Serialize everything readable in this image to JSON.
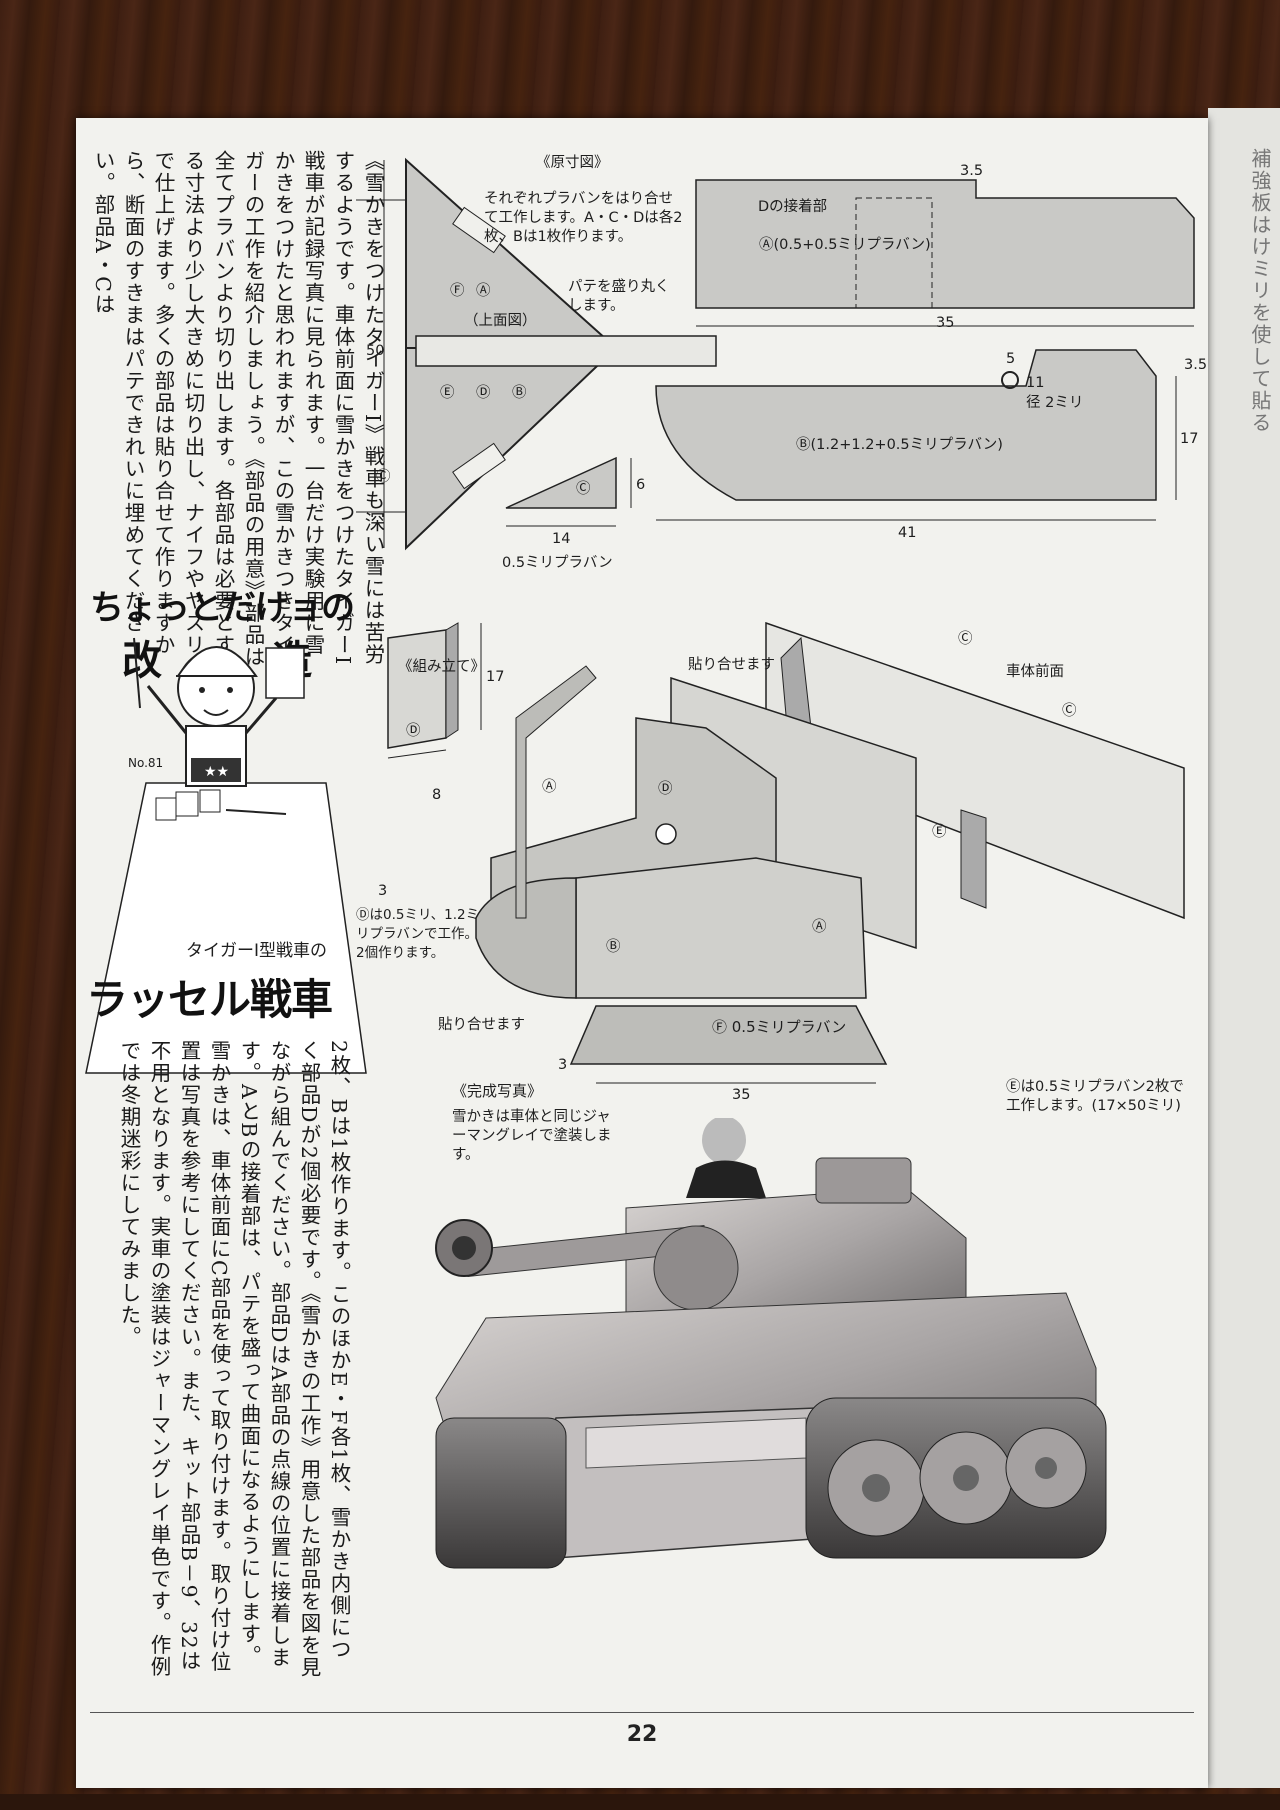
{
  "page_number": "22",
  "intro_text": "《雪かきをつけたタイガーI》戦車も深い雪には苦労するようです。車体前面に雪かきをつけたタイガーI戦車が記録写真に見られます。一台だけ実験用に雪かきをつけたと思われますが、この雪かきつきタイガーの工作を紹介しましょう。《部品の用意》部品は全てプラバンより切り出します。各部品は必要とする寸法より少し大きめに切り出し、ナイフやヤスリで仕上げます。多くの部品は貼り合せて作りますから、断面のすきまはパテできれいに埋めてください。部品A・Cは",
  "continued_text": "2枚、Bは1枚作ります。このほかE・F各1枚、雪かき内側につく部品Dが2個必要です。《雪かきの工作》用意した部品を図を見ながら組んでください。部品DはA部品の点線の位置に接着します。AとBの接着部は、パテを盛って曲面になるようにします。雪かきは、車体前面にC部品を使って取り付けます。取り付け位置は写真を参考にしてください。また、キット部品B－9、32は不用となります。実車の塗装はジャーマングレイ単色です。作例では冬期迷彩にしてみました。",
  "series_logo": {
    "line1": "ちょっとだけョの",
    "line2a": "改",
    "line2b": "造",
    "number": "No.81"
  },
  "article": {
    "subtitle": "タイガーI型戦車の",
    "title": "ラッセル戦車"
  },
  "diagram_full_size": {
    "heading": "《原寸図》",
    "note": "それぞれプラバンをはり合せて工作します。A・C・Dは各2枚、Bは1枚作ります。",
    "top_view": "（上面図）",
    "putty_note": "パテを盛り丸くします。",
    "d_joint": "Dの接着部",
    "part_a": "Ⓐ(0.5+0.5ミリプラバン)",
    "part_b": "Ⓑ(1.2+1.2+0.5ミリプラバン)",
    "hole": "径 2ミリ",
    "c_material": "0.5ミリプラバン",
    "dims": {
      "d50": "50",
      "d35": "35",
      "d17a": "17",
      "d35b": "3.5",
      "d41": "41",
      "d17b": "17",
      "d35c": "3.5",
      "d5": "5",
      "d11": "11",
      "d14": "14",
      "d6": "6"
    },
    "circ": {
      "F": "Ⓕ",
      "A": "Ⓐ",
      "E": "Ⓔ",
      "D": "Ⓓ",
      "B": "Ⓑ",
      "C": "Ⓒ"
    }
  },
  "diagram_assembly": {
    "heading": "《組み立て》",
    "glue_top": "貼り合せます",
    "glue_bottom": "貼り合せます",
    "hull_front": "車体前面",
    "d_note": "Ⓓは0.5ミリ、1.2ミリプラバンで工作。2個作ります。",
    "f_label": "Ⓕ 0.5ミリプラバン",
    "e_note": "Ⓔは0.5ミリプラバン2枚で工作します。(17×50ミリ)",
    "dims": {
      "d17": "17",
      "d8": "8",
      "d3": "3",
      "d3b": "3",
      "d35": "35"
    }
  },
  "photo": {
    "heading": "《完成写真》",
    "caption": "雪かきは車体と同じジャーマングレイで塗装します。"
  },
  "next_page_text": "補強板はけミリを使して貼る"
}
